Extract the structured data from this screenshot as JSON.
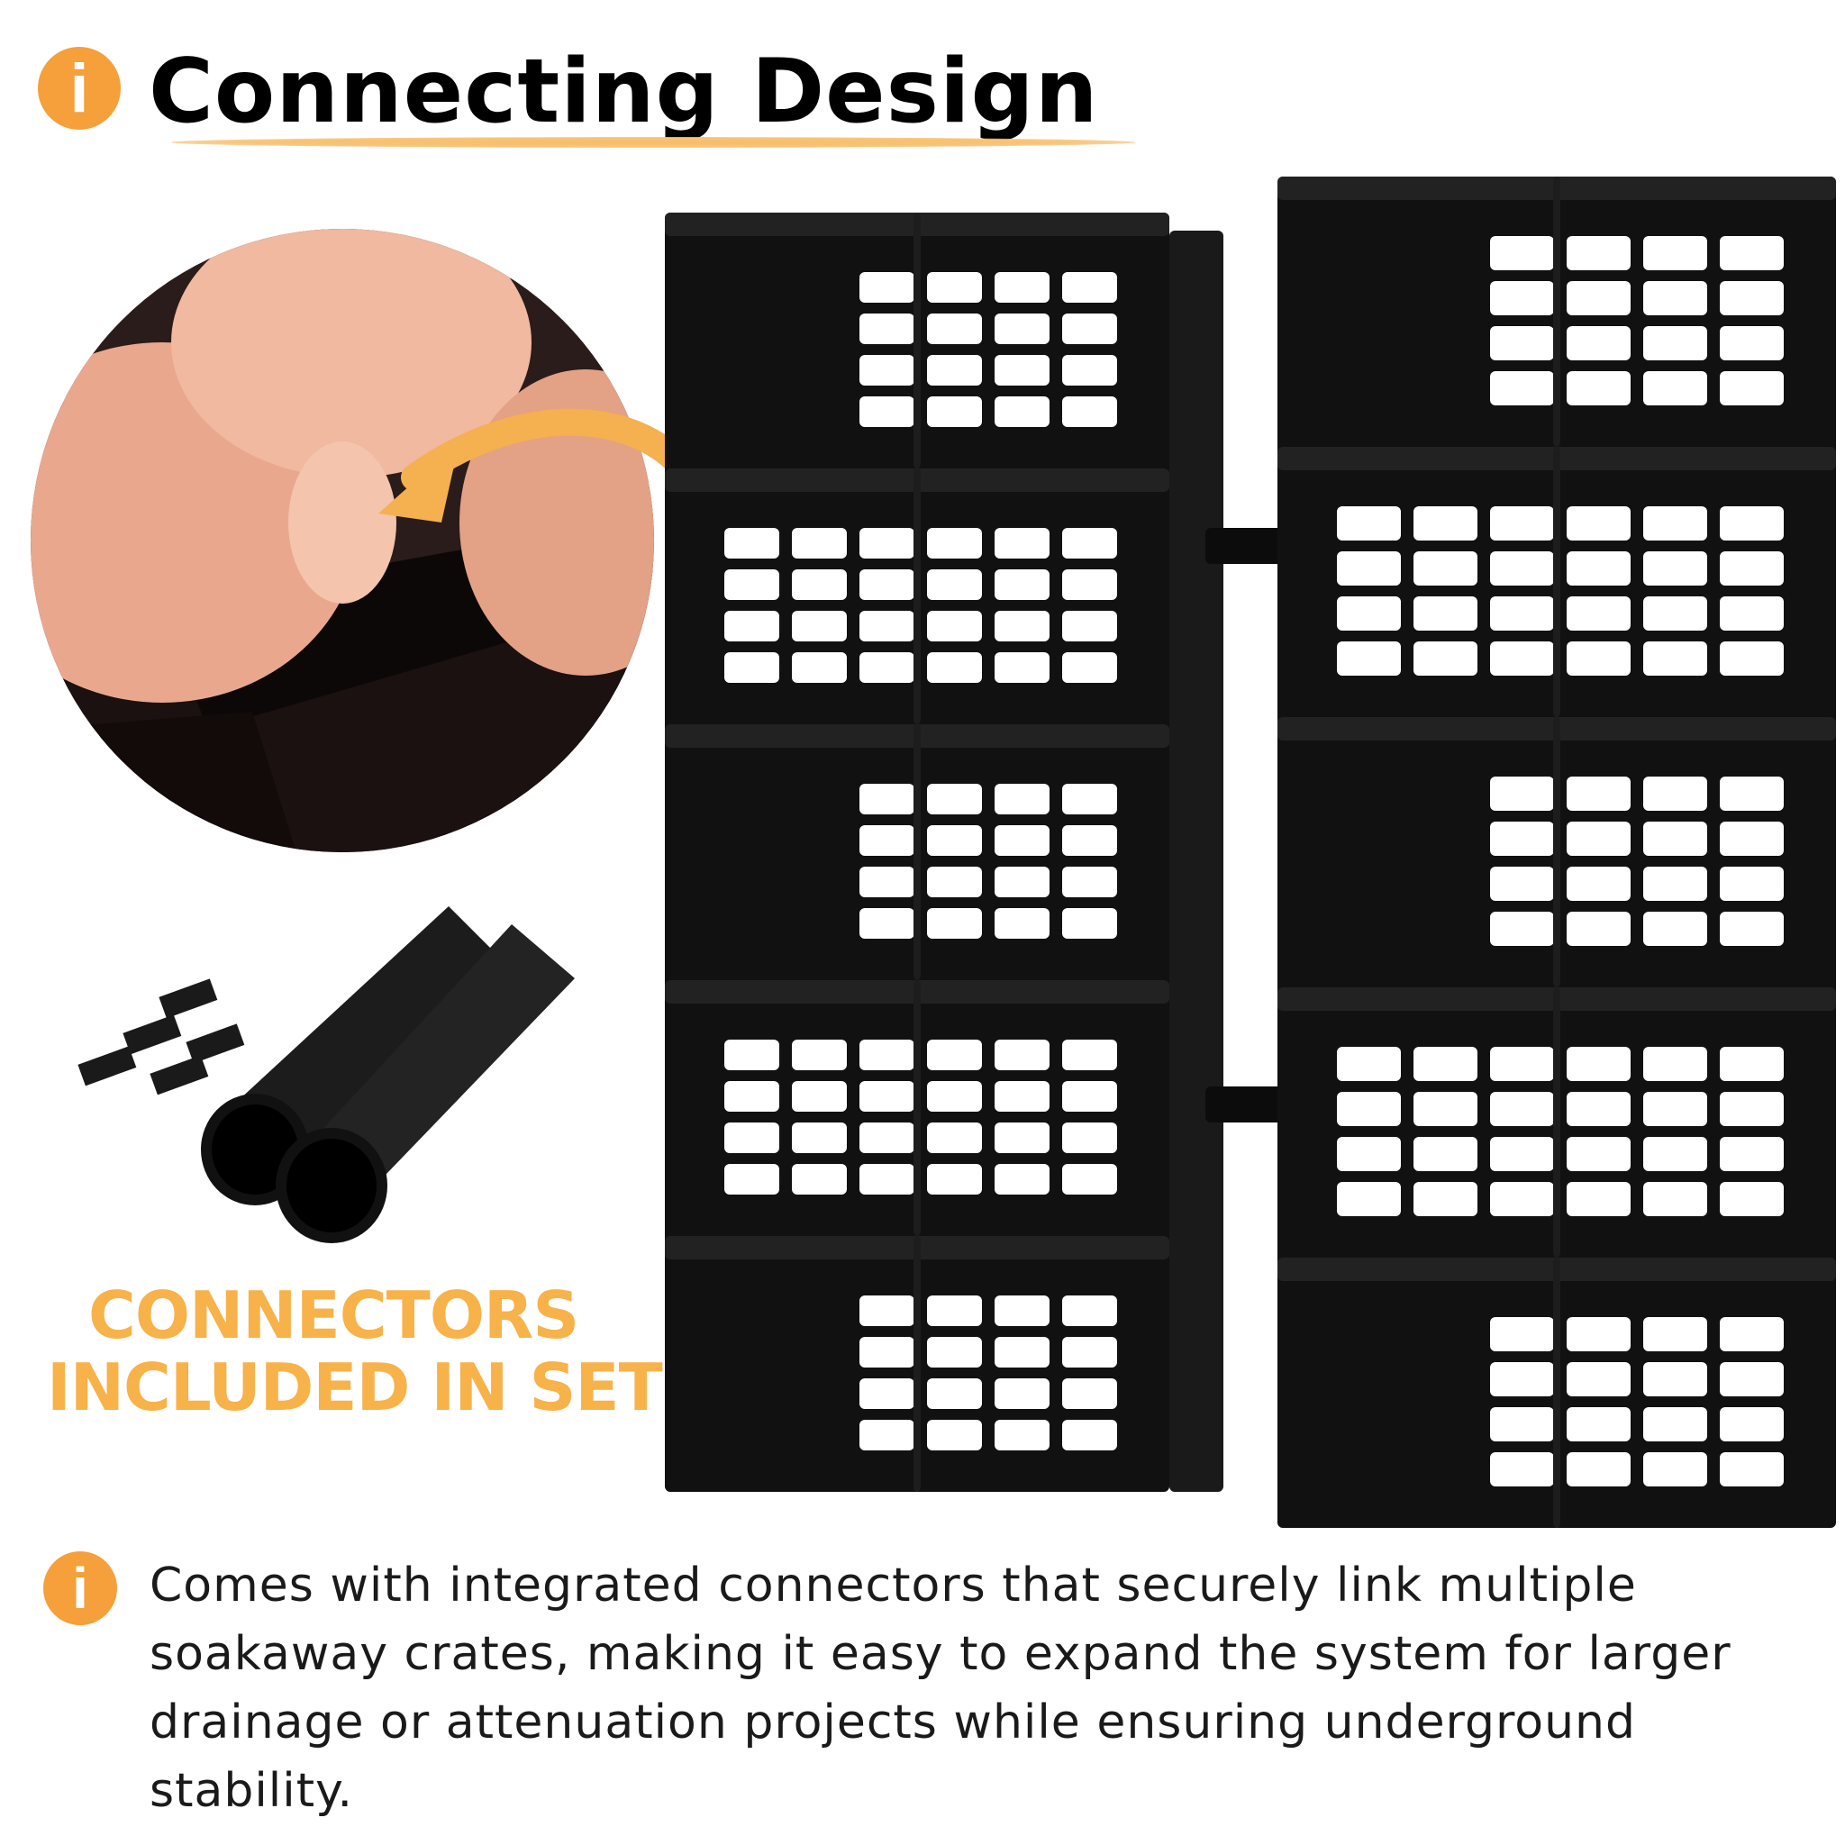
{
  "header": {
    "title": "Connecting Design",
    "icon": "info-icon"
  },
  "callout": {
    "line1": "CONNECTORS",
    "line2": "INCLUDED IN SET"
  },
  "description": {
    "icon": "info-icon",
    "text": "Comes with integrated connectors that securely link multiple soakaway crates, making it easy to expand the system for larger drainage or attenuation projects while ensuring underground stability."
  },
  "colors": {
    "accent": "#F5A03A",
    "callout_text": "#F7B24A",
    "crate": "#111111"
  }
}
